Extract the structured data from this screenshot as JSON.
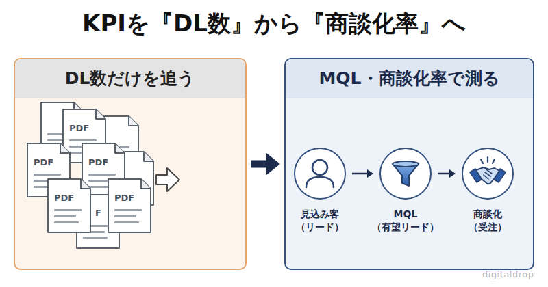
{
  "diagram": {
    "title": "KPIを『DL数』から『商談化率』へ",
    "nodes": [
      {
        "text": [
          "DL数だけを追う"
        ]
      },
      {
        "text": [
          "MQL・商談化率で測る"
        ]
      },
      {
        "text": [
          "見込み客 （リード）"
        ],
        "in": 1
      },
      {
        "text": [
          "MQL （有望リード）"
        ],
        "in": 1
      },
      {
        "text": [
          "商談化 （受注）"
        ],
        "in": 1
      }
    ],
    "edges": [
      {
        "from": 0,
        "to": 1,
        "arrow": "to"
      },
      {
        "from": 2,
        "to": 3,
        "arrow": "to"
      },
      {
        "from": 3,
        "to": 4,
        "arrow": "to"
      }
    ],
    "labels": [
      "PDF",
      "PDF",
      "PDF",
      "PDF",
      "PDF",
      "F",
      "digitaldrop"
    ]
  }
}
